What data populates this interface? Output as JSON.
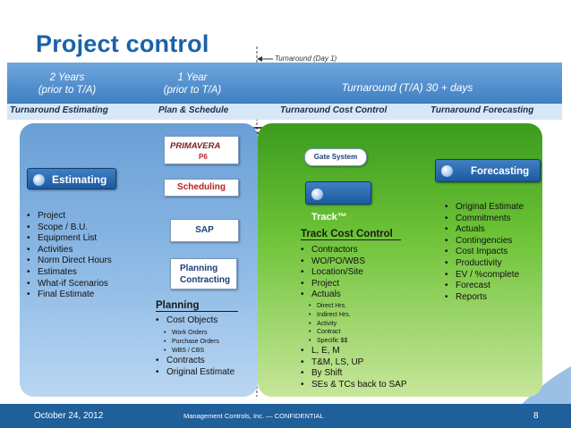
{
  "title": "Project control",
  "turnaround_marker": "Turnaround (Day 1)",
  "phases": [
    {
      "line1": "2 Years",
      "line2": "(prior to T/A)"
    },
    {
      "line1": "1 Year",
      "line2": "(prior to T/A)"
    },
    {
      "line1": "Turnaround (T/A) 30 + days",
      "line2": ""
    }
  ],
  "stages": [
    "Turnaround Estimating",
    "Plan & Schedule",
    "Turnaround Cost Control",
    "Turnaround Forecasting"
  ],
  "estimating": {
    "label": "Estimating",
    "items": [
      "Project",
      "Scope / B.U.",
      "Equipment List",
      "Activities",
      "Norm Direct Hours",
      "Estimates",
      "What-if Scenarios",
      "Final Estimate"
    ]
  },
  "primavera": {
    "logo": "PRIMAVERA",
    "version": "P6",
    "label": "Scheduling"
  },
  "sap": {
    "label": "SAP"
  },
  "planning_box": {
    "line1": "Planning",
    "line2": "Contracting"
  },
  "planning": {
    "heading": "Planning",
    "items": [
      "Cost Objects"
    ],
    "sub_items": [
      "Work Orders",
      "Purchase Orders",
      "WBS / CBS"
    ],
    "items2": [
      "Contracts",
      "Original Estimate"
    ]
  },
  "gate": {
    "label": "Gate System"
  },
  "track": {
    "label": "Track™"
  },
  "track_cost": {
    "heading": "Track Cost Control",
    "items": [
      "Contractors",
      "WO/PO/WBS",
      "Location/Site",
      "Project",
      "Actuals"
    ],
    "sub_items": [
      "Direct Hrs.",
      "Indirect Hrs.",
      "Activity",
      "Contract",
      "Specific $$"
    ],
    "items2": [
      "L, E, M",
      "T&M, LS, UP",
      "By Shift",
      "SEs & TCs back to SAP"
    ]
  },
  "forecasting": {
    "label": "Forecasting",
    "items": [
      "Original Estimate",
      "Commitments",
      "Actuals",
      "Contingencies",
      "Cost Impacts",
      "Productivity",
      "EV / %complete",
      "Forecast",
      "Reports"
    ]
  },
  "footer": {
    "date": "October 24, 2012",
    "center": "Management Controls, Inc. — CONFIDENTIAL",
    "page": "8"
  },
  "colors": {
    "brand_blue": "#1b62a8",
    "phase_blue": "#4f8fce",
    "green": "#5bb52b",
    "footer": "#1f5f9a"
  }
}
